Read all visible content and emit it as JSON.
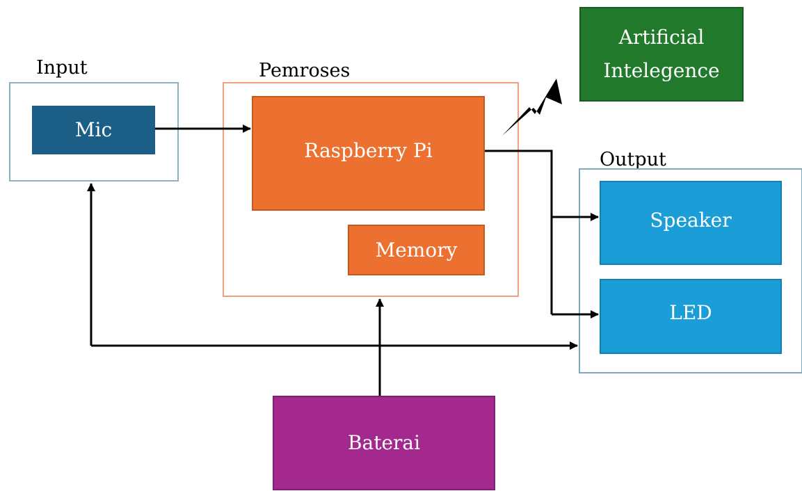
{
  "labels": {
    "input": "Input",
    "process": "Pemroses",
    "output": "Output"
  },
  "blocks": {
    "mic": "Mic",
    "raspberry_pi": "Raspberry Pi",
    "memory": "Memory",
    "ai_line1": "Artificial",
    "ai_line2": "Intelegence",
    "speaker": "Speaker",
    "led": "LED",
    "battery": "Baterai"
  },
  "colors": {
    "input_block": "#1b5e86",
    "process_block": "#ec7130",
    "output_block": "#1b9ed8",
    "ai_block": "#217a2c",
    "battery_block": "#a3298f",
    "wire": "#000000"
  },
  "icons": {
    "wireless_link": "lightning-bolt-icon"
  }
}
